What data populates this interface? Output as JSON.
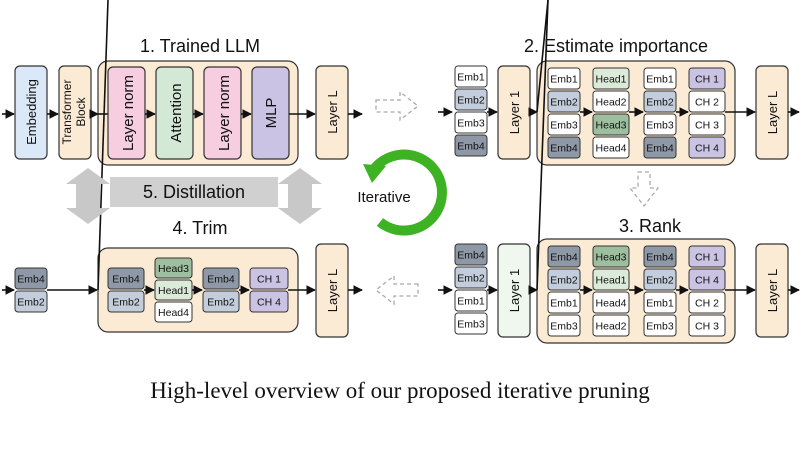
{
  "colors": {
    "panel_bg": "#fbebd5",
    "panel_stroke": "#333333",
    "embedding_fill": "#dbe8f7",
    "layernorm_fill": "#f7cde0",
    "attention_fill": "#d4e8d6",
    "mlp_fill": "#cbc3e3",
    "emb_gray": "#8e98a7",
    "emb_light": "#c3cddb",
    "emb_white": "#ffffff",
    "head_green": "#9dbf9f",
    "head_light": "#dcead9",
    "ch_purple": "#cbc3e3",
    "distill_gray": "#d0d0d0",
    "iter_green": "#3db323",
    "layer1_fill": "#f0f7ee"
  },
  "titles": {
    "trained": "1. Trained LLM",
    "estimate": "2. Estimate importance",
    "rank": "3. Rank",
    "trim": "4. Trim",
    "distill": "5. Distillation",
    "iterative": "Iterative"
  },
  "blocks": {
    "embedding": "Embedding",
    "transformer_1": "Transformer",
    "transformer_2": "Block",
    "layer_norm": "Layer norm",
    "attention": "Attention",
    "mlp": "MLP",
    "layer_l": "Layer L",
    "layer_1": "Layer 1"
  },
  "estimate": {
    "emb_outer": [
      "Emb1",
      "Emb2",
      "Emb3",
      "Emb4"
    ],
    "emb_inner": [
      "Emb1",
      "Emb2",
      "Emb3",
      "Emb4"
    ],
    "heads": [
      "Head1",
      "Head2",
      "Head3",
      "Head4"
    ],
    "emb_inner2": [
      "Emb1",
      "Emb2",
      "Emb3",
      "Emb4"
    ],
    "channels": [
      "CH 1",
      "CH 2",
      "CH 3",
      "CH 4"
    ]
  },
  "rank": {
    "emb_outer": [
      "Emb4",
      "Emb2",
      "Emb1",
      "Emb3"
    ],
    "emb_inner": [
      "Emb4",
      "Emb2",
      "Emb1",
      "Emb3"
    ],
    "heads": [
      "Head3",
      "Head1",
      "Head4",
      "Head2"
    ],
    "emb_inner2": [
      "Emb4",
      "Emb2",
      "Emb1",
      "Emb3"
    ],
    "channels": [
      "CH 1",
      "CH 4",
      "CH 2",
      "CH 3"
    ]
  },
  "trim": {
    "emb_outer": [
      "Emb4",
      "Emb2"
    ],
    "emb_inner": [
      "Emb4",
      "Emb2"
    ],
    "heads": [
      "Head3",
      "Head1",
      "Head4"
    ],
    "emb_inner2": [
      "Emb4",
      "Emb2"
    ],
    "channels": [
      "CH 1",
      "CH 4"
    ]
  },
  "caption": "High-level overview of our proposed iterative pruning"
}
